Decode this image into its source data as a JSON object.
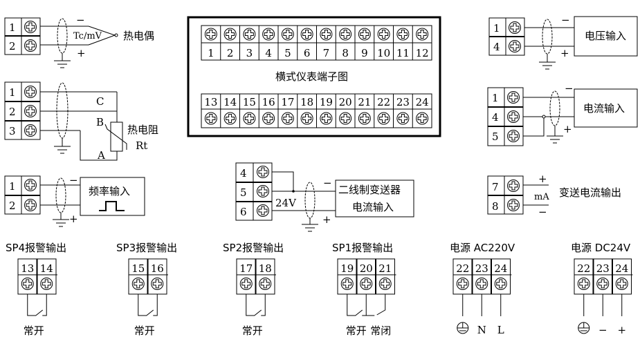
{
  "thermocouple": {
    "terminals": [
      "1",
      "2"
    ],
    "sensor_label": "Tc/mV",
    "minus": "−",
    "plus": "+",
    "title": "热电偶"
  },
  "rtd": {
    "terminals": [
      "1",
      "2",
      "3"
    ],
    "wire_labels": [
      "C",
      "B",
      "A"
    ],
    "title": "热电阻",
    "sub": "Rt"
  },
  "frequency": {
    "terminals": [
      "1",
      "2"
    ],
    "minus": "−",
    "plus": "+",
    "title": "频率输入"
  },
  "panel": {
    "title": "横式仪表端子图",
    "top_row": [
      "1",
      "2",
      "3",
      "4",
      "5",
      "6",
      "7",
      "8",
      "9",
      "10",
      "11",
      "12"
    ],
    "bottom_row": [
      "13",
      "14",
      "15",
      "16",
      "17",
      "18",
      "19",
      "20",
      "21",
      "22",
      "23",
      "24"
    ]
  },
  "two_wire": {
    "terminals": [
      "4",
      "5",
      "6"
    ],
    "voltage": "24V",
    "minus": "−",
    "plus": "+",
    "title_line1": "二线制变送器",
    "title_line2": "电流输入"
  },
  "voltage_input": {
    "terminals": [
      "1",
      "4"
    ],
    "minus": "−",
    "plus": "+",
    "title": "电压输入"
  },
  "current_input": {
    "terminals": [
      "1",
      "4",
      "5"
    ],
    "minus": "−",
    "plus": "+",
    "title": "电流输入"
  },
  "transmit_output": {
    "terminals": [
      "7",
      "8"
    ],
    "plus": "+",
    "unit": "mA",
    "minus": "−",
    "title": "变送电流输出"
  },
  "alarms": [
    {
      "title": "SP4报警输出",
      "terminals": [
        "13",
        "14"
      ],
      "labels": [
        "常开"
      ]
    },
    {
      "title": "SP3报警输出",
      "terminals": [
        "15",
        "16"
      ],
      "labels": [
        "常开"
      ]
    },
    {
      "title": "SP2报警输出",
      "terminals": [
        "17",
        "18"
      ],
      "labels": [
        "常开"
      ]
    },
    {
      "title": "SP1报警输出",
      "terminals": [
        "19",
        "20",
        "21"
      ],
      "labels": [
        "常开",
        "常闭"
      ]
    }
  ],
  "power_ac": {
    "title": "电源 AC220V",
    "terminals": [
      "22",
      "23",
      "24"
    ],
    "labels": [
      "⏚",
      "N",
      "L"
    ]
  },
  "power_dc": {
    "title": "电源 DC24V",
    "terminals": [
      "22",
      "23",
      "24"
    ],
    "labels": [
      "⏚",
      "−",
      "+"
    ]
  }
}
